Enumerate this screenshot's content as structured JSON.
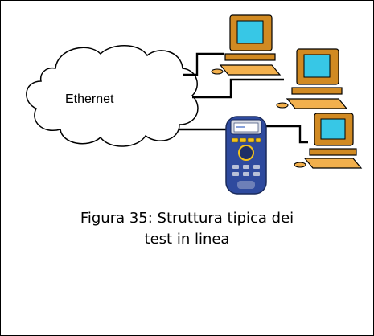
{
  "diagram": {
    "network_label": "Ethernet",
    "nodes": {
      "cloud": "network-cloud",
      "tester": "handheld-tester",
      "computers": [
        "computer-1",
        "computer-2",
        "computer-3"
      ]
    }
  },
  "caption": {
    "line1": "Figura 35: Struttura tipica dei",
    "line2": "test in linea"
  },
  "colors": {
    "cable": "#000000",
    "monitor_screen": "#37c7e6",
    "computer_body": "#d18a22",
    "tester_body": "#2e4a9e",
    "tester_keys": "#f2c21b"
  }
}
